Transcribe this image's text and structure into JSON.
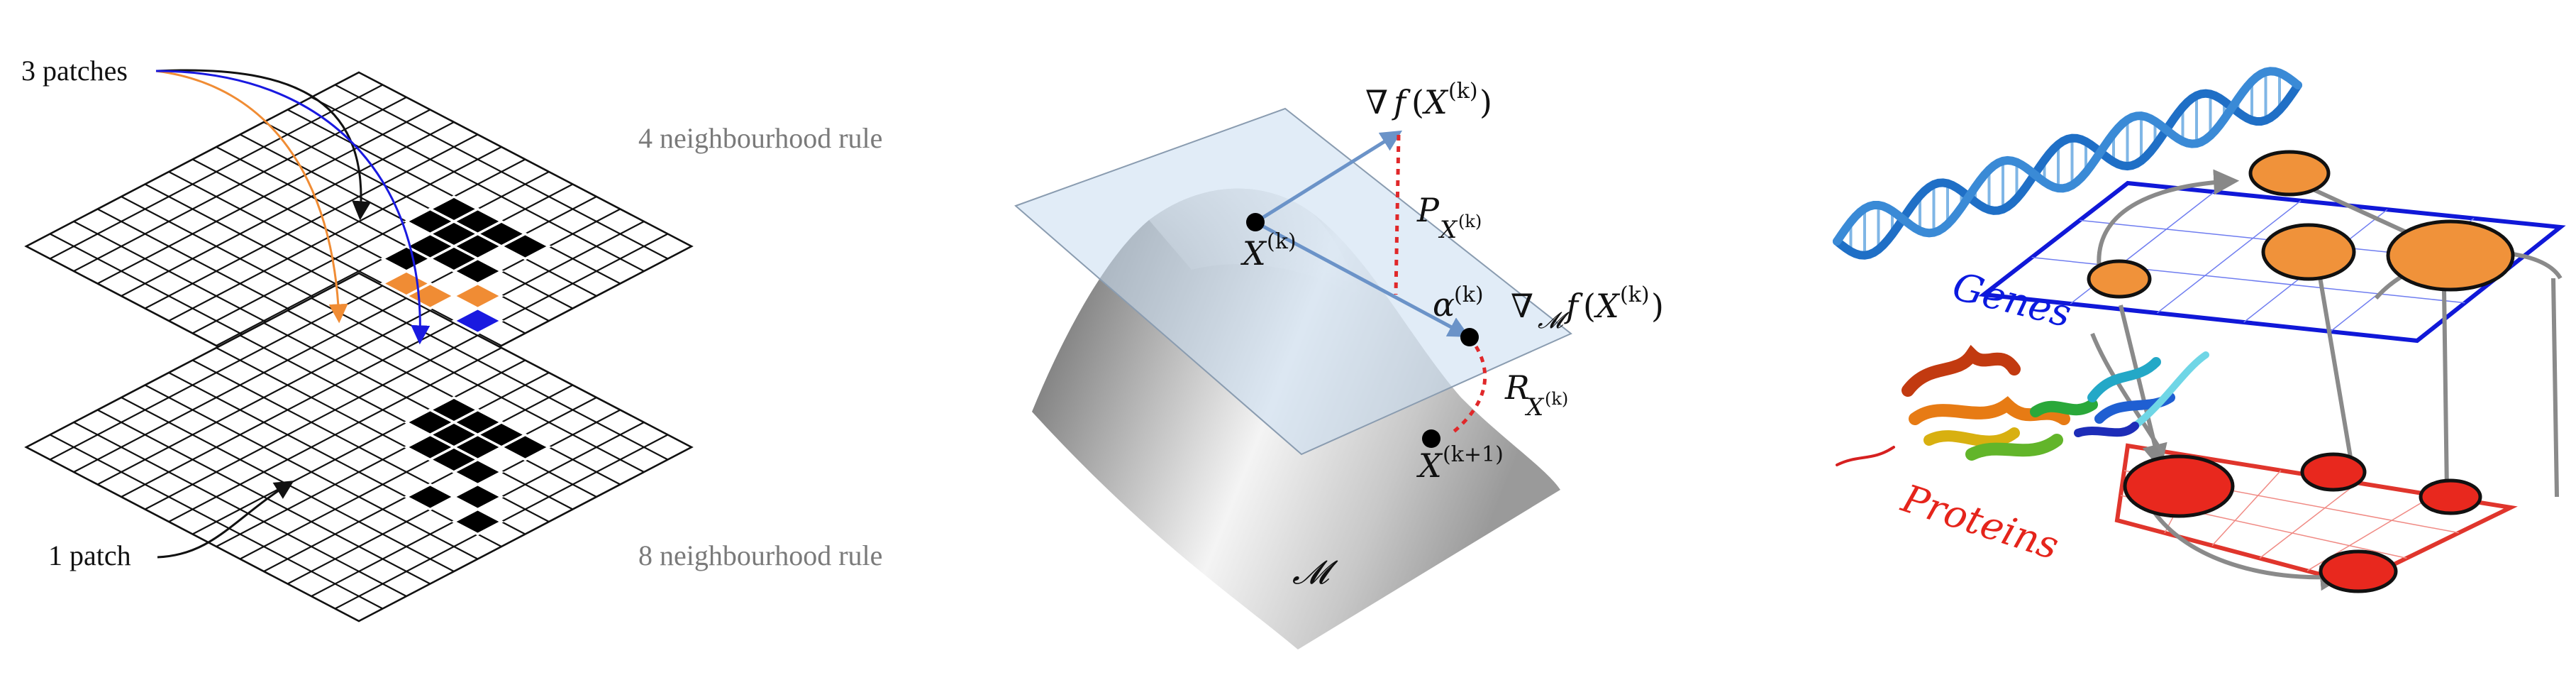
{
  "panel_grid": {
    "patches_label": "3 patches",
    "patch_label": "1 patch",
    "rule_top": "4 neighbourhood rule",
    "rule_bottom": "8 neighbourhood rule",
    "colors": {
      "orange": "#f08c34",
      "blue": "#1919e0",
      "black": "#000000"
    }
  },
  "panel_manifold": {
    "grad_symbol": "∇",
    "f": "f",
    "X": "X",
    "sup_k": "(k)",
    "sup_k1": "(k+1)",
    "P": "P",
    "R": "R",
    "alpha": "α",
    "grad_M": "∇",
    "M_sub": "𝓜",
    "manifold_symbol": "𝓜",
    "open_paren": "(",
    "close_paren": ")"
  },
  "panel_bio": {
    "genes_label": "Genes",
    "proteins_label": "Proteins",
    "colors": {
      "genes": "#0b1adf",
      "proteins": "#e5241b",
      "node_orange": "#f0923a",
      "node_red": "#e8281e"
    }
  }
}
